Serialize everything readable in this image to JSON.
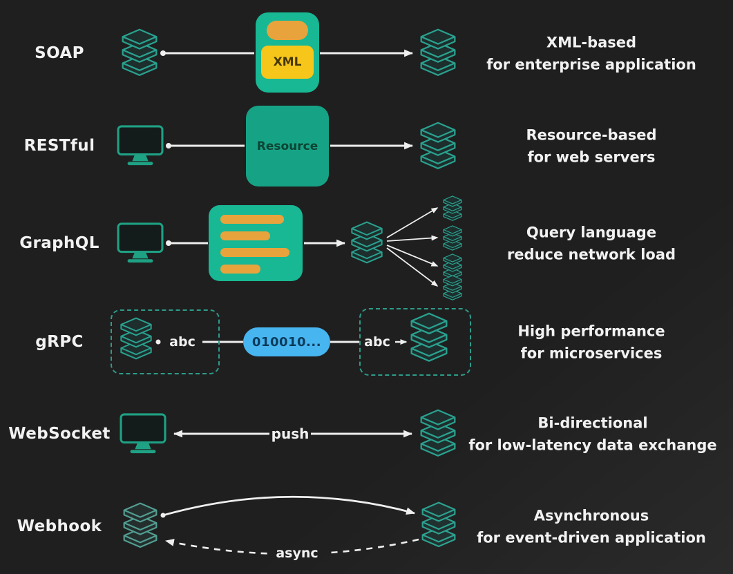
{
  "colors": {
    "background": "#1f1f1f",
    "teal": "#18b894",
    "teal_box": "#16a385",
    "orange": "#e8a33d",
    "yellow": "#f6c61b",
    "blue": "#47b5f0",
    "icon_stroke": "#2aa18f",
    "arrow": "#efefef",
    "text": "#f2f2f2"
  },
  "icons": {
    "server": "server-stack-icon",
    "monitor": "computer-monitor-icon"
  },
  "rows": [
    {
      "label": "SOAP",
      "client_icon": "server-stack-icon",
      "server_icon": "server-stack-icon",
      "middle": {
        "type": "xml-envelope",
        "text": "XML"
      },
      "description": [
        "XML-based",
        "for enterprise application"
      ]
    },
    {
      "label": "RESTful",
      "client_icon": "monitor-icon",
      "server_icon": "server-stack-icon",
      "middle": {
        "type": "resource-box",
        "text": "Resource"
      },
      "description": [
        "Resource-based",
        "for web servers"
      ]
    },
    {
      "label": "GraphQL",
      "client_icon": "monitor-icon",
      "server_icon": "server-stack-icon",
      "middle": {
        "type": "query-bars-box",
        "bars": 4
      },
      "fanout_servers": 4,
      "description": [
        "Query language",
        "reduce network load"
      ]
    },
    {
      "label": "gRPC",
      "client_icon": "server-stack-icon",
      "server_icon": "server-stack-icon",
      "middle": {
        "type": "binary-message-pill",
        "text": "010010...",
        "left_text": "abc",
        "right_text": "abc"
      },
      "description": [
        "High performance",
        "for microservices"
      ]
    },
    {
      "label": "WebSocket",
      "client_icon": "monitor-icon",
      "server_icon": "server-stack-icon",
      "middle": {
        "type": "bidirectional-arrow",
        "text": "push"
      },
      "description": [
        "Bi-directional",
        "for low-latency data exchange"
      ]
    },
    {
      "label": "Webhook",
      "client_icon": "server-stack-icon",
      "server_icon": "server-stack-icon",
      "middle": {
        "type": "async-callback-curves",
        "text": "async"
      },
      "description": [
        "Asynchronous",
        "for event-driven application"
      ]
    }
  ]
}
